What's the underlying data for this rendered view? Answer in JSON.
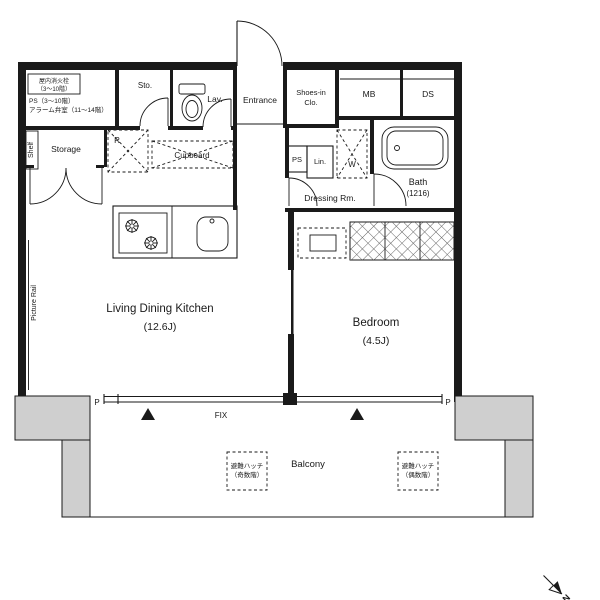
{
  "plan": {
    "notes": {
      "hydrant_line1": "屋内消火栓",
      "hydrant_line2": "（3～10階）",
      "ps_floors": "PS（3～10階）",
      "alarm_room": "アラーム弁室（11～14階）"
    },
    "rooms": {
      "ldk_name": "Living Dining Kitchen",
      "ldk_size": "(12.6J)",
      "bedroom_name": "Bedroom",
      "bedroom_size": "(4.5J)",
      "balcony": "Balcony",
      "entrance": "Entrance",
      "lavatory": "Lav.",
      "storage": "Storage",
      "sto": "Sto.",
      "shoes_line1": "Shoes-in",
      "shoes_line2": "Clo.",
      "bath_name": "Bath",
      "bath_size": "(1216)",
      "dressing": "Dressing Rm."
    },
    "fixtures": {
      "mb": "MB",
      "ds": "DS",
      "ps": "PS",
      "linen": "Lin.",
      "washer": "W",
      "fridge": "R",
      "cupboard": "Cupboard",
      "shelf": "Shelf",
      "picture_rail": "Picture Rail",
      "fix_window": "FIX",
      "pillar_left": "P",
      "pillar_right": "P"
    },
    "balcony_items": {
      "hatch_odd_line1": "避難ハッチ",
      "hatch_odd_line2": "（奇数階）",
      "hatch_even_line1": "避難ハッチ",
      "hatch_even_line2": "（偶数階）"
    },
    "compass_north": "N"
  }
}
